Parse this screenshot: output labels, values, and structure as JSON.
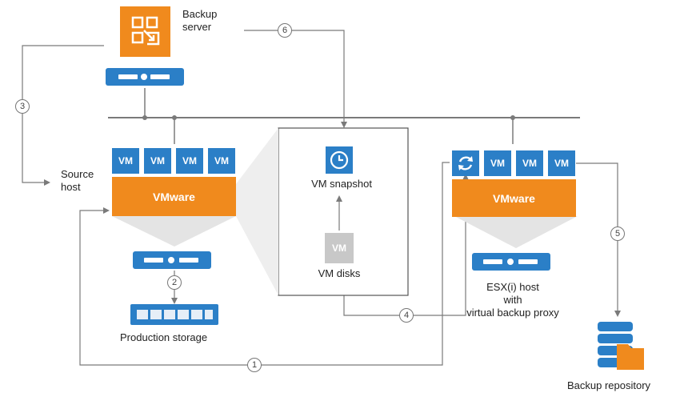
{
  "labels": {
    "backup_server": "Backup\nserver",
    "source_host": "Source\nhost",
    "vmware": "VMware",
    "vm": "VM",
    "vm_snapshot": "VM snapshot",
    "vm_disks": "VM disks",
    "production_storage": "Production storage",
    "esxi_host": "ESX(i) host\nwith\nvirtual backup proxy",
    "backup_repository": "Backup repository"
  },
  "steps": [
    "1",
    "2",
    "3",
    "4",
    "5",
    "6"
  ],
  "colors": {
    "vm_blue": "#2b7fc7",
    "vmware_orange": "#f08a1d",
    "line_gray": "#777777",
    "disk_gray": "#c8c8c8"
  },
  "icons": {
    "backup_server": "veeam-backup-icon",
    "snapshot": "clock-icon",
    "proxy": "refresh-icon",
    "repository": "database-folder-icon"
  }
}
